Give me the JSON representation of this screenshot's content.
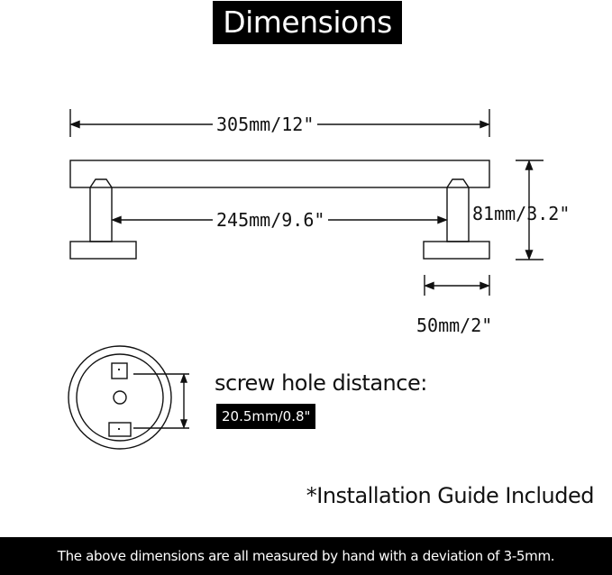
{
  "title": "Dimensions",
  "dimensions": {
    "overall_length": "305mm/12\"",
    "inner_length": "245mm/9.6\"",
    "height": "81mm/3.2\"",
    "base_width": "50mm/2\""
  },
  "screw_hole": {
    "label": "screw hole distance:",
    "value": "20.5mm/0.8\""
  },
  "installation_note": "*Installation Guide Included",
  "footer_note": "The above dimensions are all measured by hand with a deviation of 3-5mm."
}
